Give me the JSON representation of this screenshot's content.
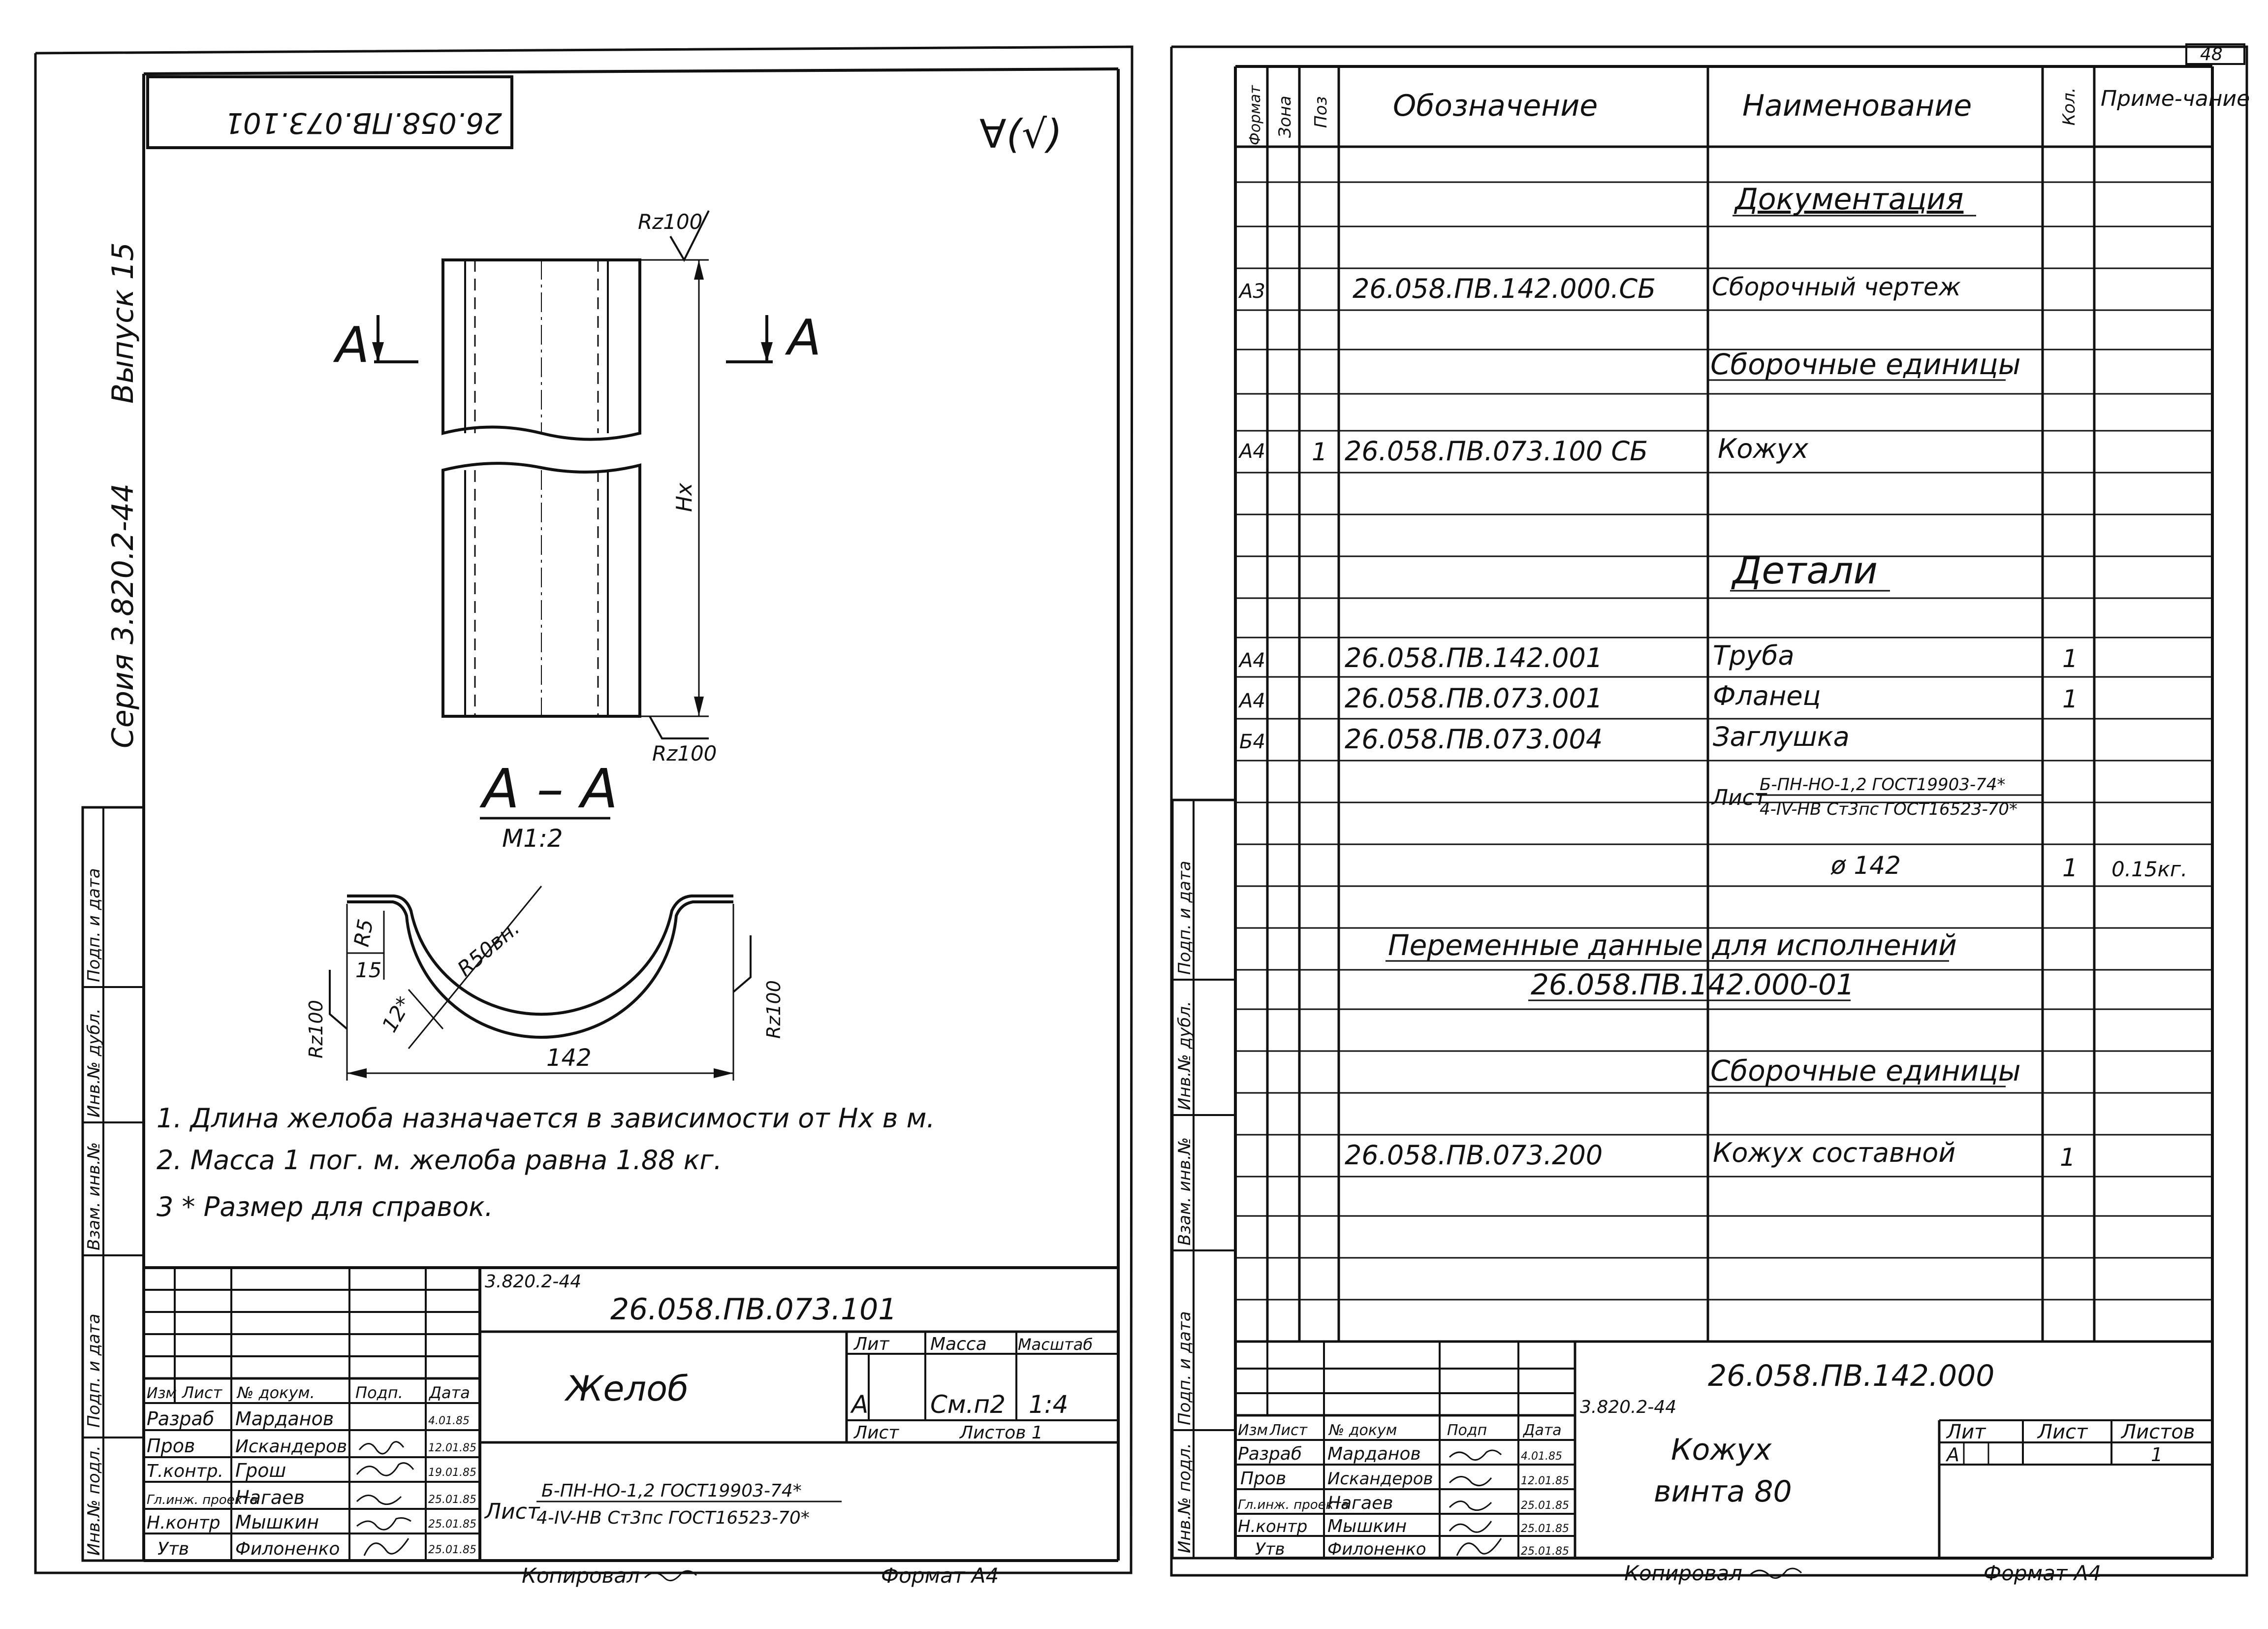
{
  "page_number": "48",
  "left_sheet": {
    "rotated_code": "26.058.ПВ.073.101",
    "roughness_mark": "∀(√)",
    "side_stamp": [
      "Выпуск 15",
      "Серия 3.820.2-44"
    ],
    "side_columns": [
      "Инв.№ подл.",
      "Подп. и дата",
      "Взам. инв.№",
      "Инв.№ дубл.",
      "Подп. и дата"
    ],
    "drawing": {
      "rz_top": "Rz100",
      "rz_bottom": "Rz100",
      "rz_left": "Rz100",
      "rz_right": "Rz100",
      "section_left": "А",
      "section_right": "А",
      "height_label": "Hx",
      "section_title": "А – А",
      "section_scale": "М1:2",
      "r5": "R5",
      "r15": "15",
      "r50": "R50вн.",
      "dim_12": "12*",
      "dim_142": "142"
    },
    "notes": [
      "1. Длина желоба назначается в зависимости от Нх в м.",
      "2. Масса 1 пог. м. желоба равна 1.88 кг.",
      "3 * Размер для справок."
    ],
    "title_block": {
      "series": "3.820.2-44",
      "code": "26.058.ПВ.073.101",
      "name": "Желоб",
      "headers": [
        "Изм",
        "Лист",
        "№ докум.",
        "Подп.",
        "Дата"
      ],
      "roles": [
        "Разраб",
        "Пров",
        "Т.контр.",
        "Гл.инж. проекта",
        "Н.контр",
        "Утв"
      ],
      "names": [
        "Марданов",
        "Искандеров",
        "Грош",
        "Нагаев",
        "Мышкин",
        "Филоненко"
      ],
      "dates": [
        "4.01.85",
        "12.01.85",
        "19.01.85",
        "25.01.85",
        "25.01.85",
        "25.01.85"
      ],
      "lit_label": "Лит",
      "mass_label": "Масса",
      "scale_label": "Масштаб",
      "lit_value": "А",
      "mass_value": "См.п2",
      "scale_value": "1:4",
      "sheet_label": "Лист",
      "sheets_label": "Листов 1",
      "material_prefix": "Лист",
      "material_line1": "Б-ПН-НО-1,2 ГОСТ19903-74*",
      "material_line2": "4-IV-НВ Ст3пс ГОСТ16523-70*"
    },
    "footer": {
      "copied": "Копировал",
      "format": "Формат А4"
    }
  },
  "right_sheet": {
    "headers": {
      "format": "Формат",
      "zone": "Зона",
      "pos": "Поз",
      "designation": "Обозначение",
      "name": "Наименование",
      "qty": "Кол.",
      "note": "Приме-чание"
    },
    "side_columns": [
      "Инв.№ подл.",
      "Подп. и дата",
      "Взам. инв.№",
      "Инв.№ дубл.",
      "Подп. и дата"
    ],
    "sections": {
      "documentation": "Документация",
      "assembly_units": "Сборочные единицы",
      "details": "Детали",
      "variable_data": "Переменные данные для исполнений",
      "variable_code": "26.058.ПВ.142.000-01",
      "assembly_units_2": "Сборочные единицы"
    },
    "rows": [
      {
        "format": "А3",
        "pos": "",
        "designation": "26.058.ПВ.142.000.СБ",
        "name": "Сборочный чертеж",
        "qty": "",
        "note": ""
      },
      {
        "format": "А4",
        "pos": "1",
        "designation": "26.058.ПВ.073.100 СБ",
        "name": "Кожух",
        "qty": "",
        "note": ""
      },
      {
        "format": "А4",
        "pos": "",
        "designation": "26.058.ПВ.142.001",
        "name": "Труба",
        "qty": "1",
        "note": ""
      },
      {
        "format": "А4",
        "pos": "",
        "designation": "26.058.ПВ.073.001",
        "name": "Фланец",
        "qty": "1",
        "note": ""
      },
      {
        "format": "Б4",
        "pos": "",
        "designation": "26.058.ПВ.073.004",
        "name": "Заглушка",
        "qty": "",
        "note": ""
      },
      {
        "format": "",
        "pos": "",
        "designation": "26.058.ПВ.073.200",
        "name": "Кожух составной",
        "qty": "1",
        "note": ""
      }
    ],
    "material": {
      "prefix": "Лист",
      "line1": "Б-ПН-НО-1,2 ГОСТ19903-74*",
      "line2": "4-IV-НВ Ст3пс ГОСТ16523-70*",
      "diameter": "ø 142",
      "qty": "1",
      "note": "0.15кг."
    },
    "title_block": {
      "series": "3.820.2-44",
      "code": "26.058.ПВ.142.000",
      "name_line1": "Кожух",
      "name_line2": "винта 80",
      "headers": [
        "Изм",
        "Лист",
        "№ докум",
        "Подп",
        "Дата"
      ],
      "roles": [
        "Разраб",
        "Пров",
        "Гл.инж. проекта",
        "Н.контр",
        "Утв"
      ],
      "names": [
        "Марданов",
        "Искандеров",
        "Нагаев",
        "Мышкин",
        "Филоненко"
      ],
      "dates": [
        "4.01.85",
        "12.01.85",
        "25.01.85",
        "25.01.85",
        "25.01.85"
      ],
      "lit_label": "Лит",
      "sheet_label": "Лист",
      "sheets_label": "Листов",
      "lit_value": "А",
      "sheets_value": "1"
    },
    "footer": {
      "copied": "Копировал",
      "format": "Формат А4"
    }
  }
}
